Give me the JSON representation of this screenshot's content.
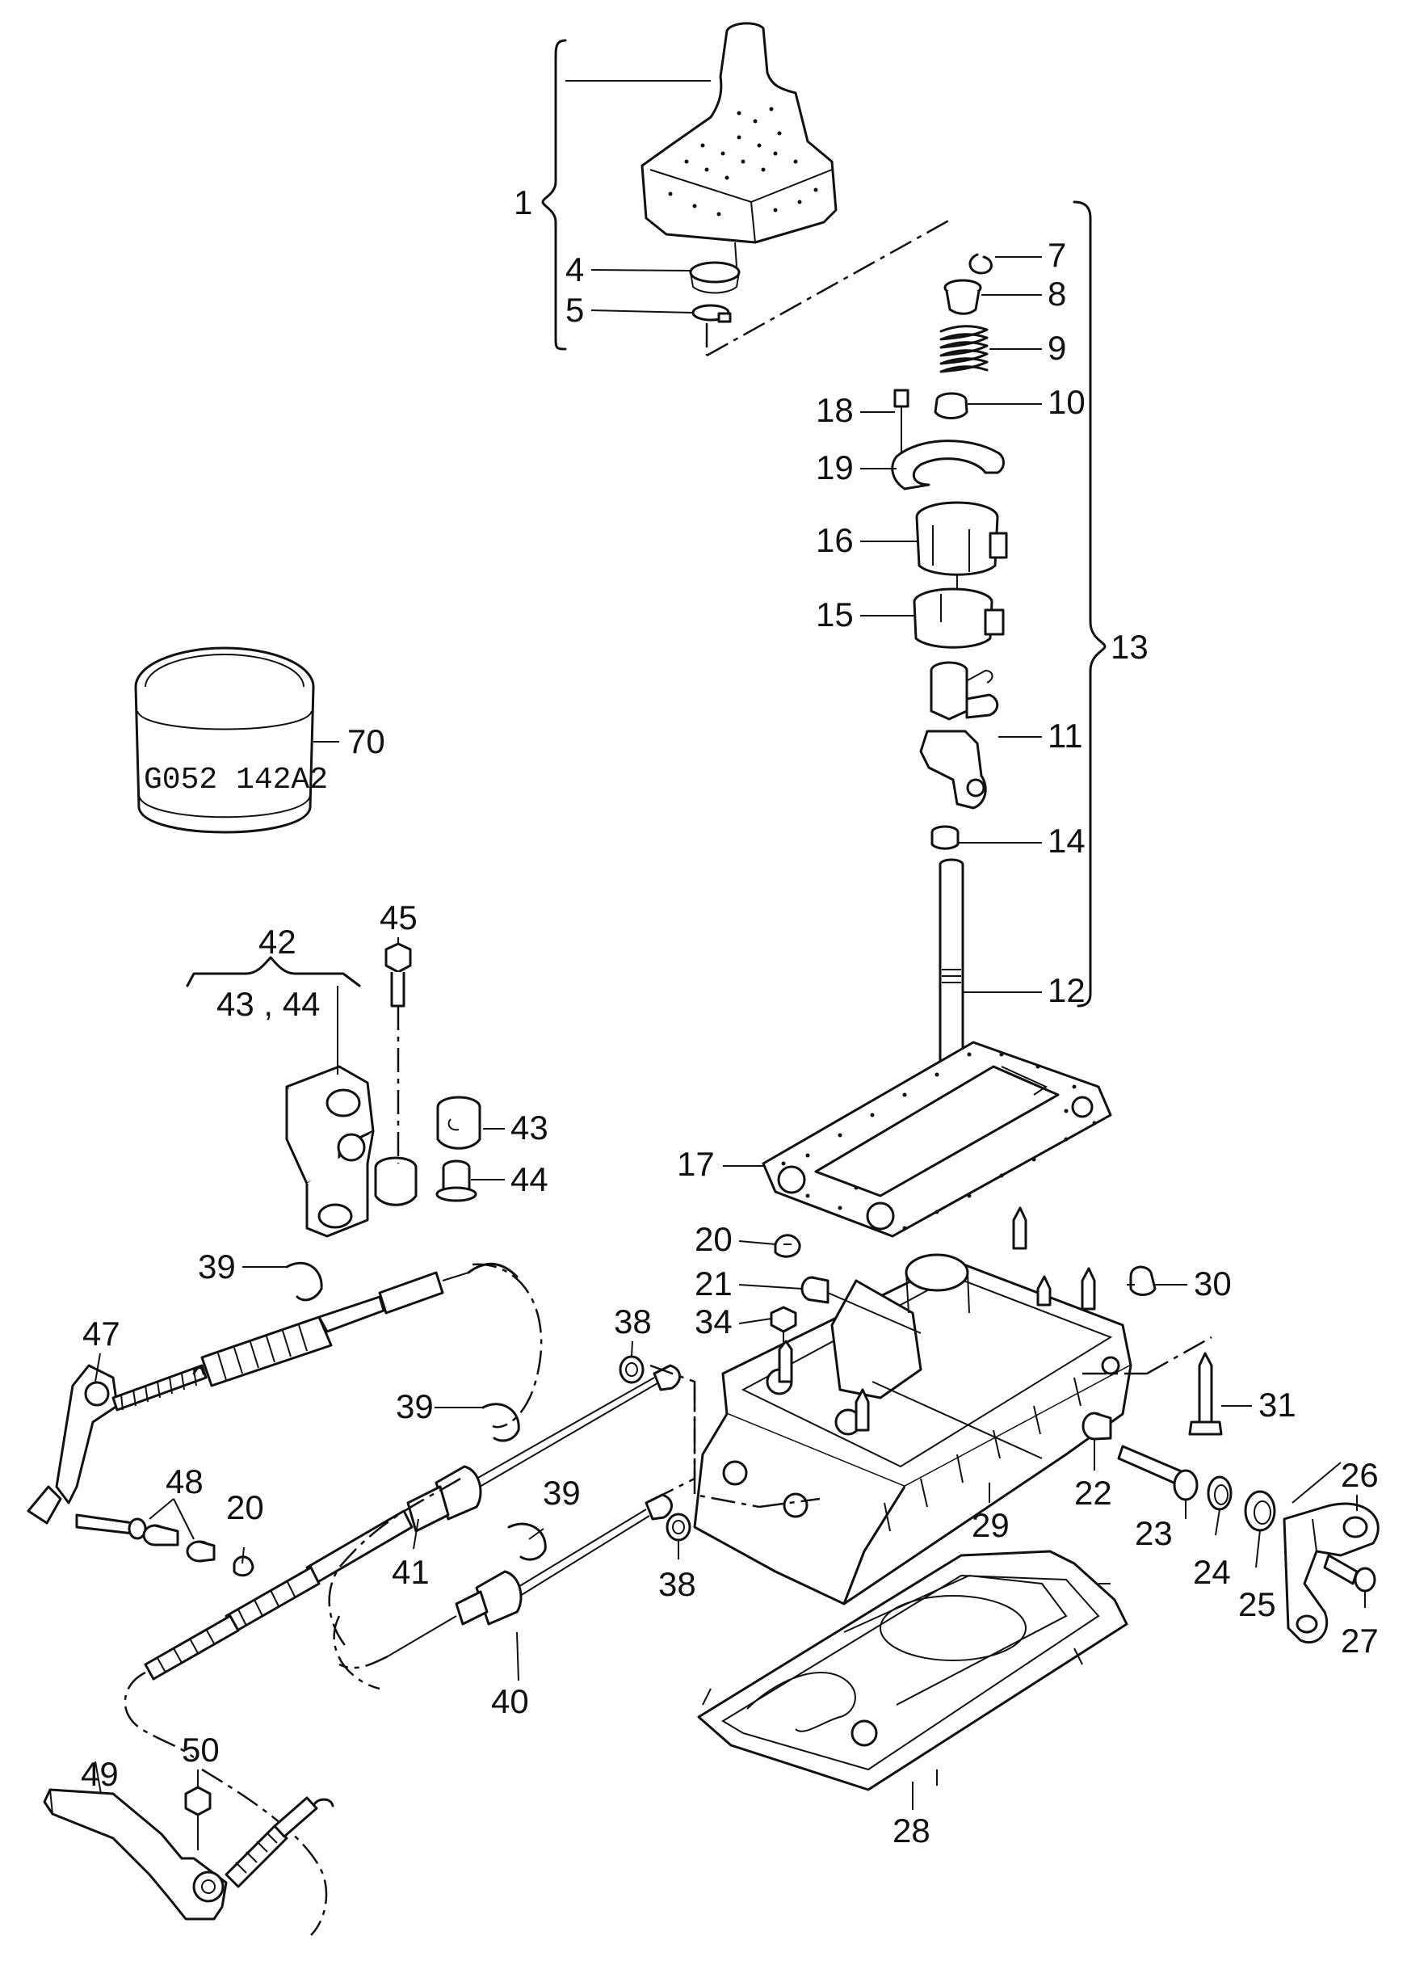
{
  "callouts": [
    {
      "id": "1",
      "text": "1"
    },
    {
      "id": "4",
      "text": "4"
    },
    {
      "id": "5",
      "text": "5"
    },
    {
      "id": "7",
      "text": "7"
    },
    {
      "id": "8",
      "text": "8"
    },
    {
      "id": "9",
      "text": "9"
    },
    {
      "id": "10",
      "text": "10"
    },
    {
      "id": "11",
      "text": "11"
    },
    {
      "id": "12",
      "text": "12"
    },
    {
      "id": "13",
      "text": "13"
    },
    {
      "id": "14",
      "text": "14"
    },
    {
      "id": "15",
      "text": "15"
    },
    {
      "id": "16",
      "text": "16"
    },
    {
      "id": "17",
      "text": "17"
    },
    {
      "id": "18",
      "text": "18"
    },
    {
      "id": "19",
      "text": "19"
    },
    {
      "id": "20a",
      "text": "20"
    },
    {
      "id": "20b",
      "text": "20"
    },
    {
      "id": "21",
      "text": "21"
    },
    {
      "id": "22",
      "text": "22"
    },
    {
      "id": "23",
      "text": "23"
    },
    {
      "id": "24",
      "text": "24"
    },
    {
      "id": "25",
      "text": "25"
    },
    {
      "id": "26",
      "text": "26"
    },
    {
      "id": "27",
      "text": "27"
    },
    {
      "id": "28",
      "text": "28"
    },
    {
      "id": "29",
      "text": "29"
    },
    {
      "id": "30",
      "text": "30"
    },
    {
      "id": "31",
      "text": "31"
    },
    {
      "id": "34",
      "text": "34"
    },
    {
      "id": "38a",
      "text": "38"
    },
    {
      "id": "38b",
      "text": "38"
    },
    {
      "id": "39a",
      "text": "39"
    },
    {
      "id": "39b",
      "text": "39"
    },
    {
      "id": "39c",
      "text": "39"
    },
    {
      "id": "40",
      "text": "40"
    },
    {
      "id": "41",
      "text": "41"
    },
    {
      "id": "42",
      "text": "42"
    },
    {
      "id": "43a",
      "text": "43 , 44"
    },
    {
      "id": "43b",
      "text": "43"
    },
    {
      "id": "44",
      "text": "44"
    },
    {
      "id": "45",
      "text": "45"
    },
    {
      "id": "47",
      "text": "47"
    },
    {
      "id": "48",
      "text": "48"
    },
    {
      "id": "49",
      "text": "49"
    },
    {
      "id": "50",
      "text": "50"
    },
    {
      "id": "70",
      "text": "70"
    }
  ],
  "jar_label": "G052 142A2"
}
